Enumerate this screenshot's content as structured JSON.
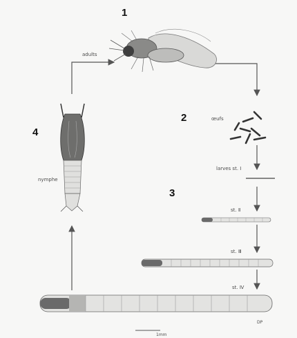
{
  "figure": {
    "step_numbers": [
      "1",
      "2",
      "3",
      "4"
    ],
    "labels": {
      "adults": "adults",
      "eggs": "œufs",
      "larva_stage_1": "larves st. Ⅰ",
      "larva_stage_2": "st. Ⅱ",
      "larva_stage_3": "st. Ⅲ",
      "larva_stage_4": "st. Ⅳ",
      "pupa": "nymphe",
      "scale": "1mm",
      "signature": "DP"
    },
    "colors": {
      "line": "#555555",
      "body_fill": "#e3e3e1",
      "dark_fill": "#6a6a6a",
      "text": "#4a4a4a"
    },
    "icons": [
      "adult-midge-icon",
      "egg-cluster-icon",
      "larva-icon",
      "pupa-icon"
    ]
  }
}
